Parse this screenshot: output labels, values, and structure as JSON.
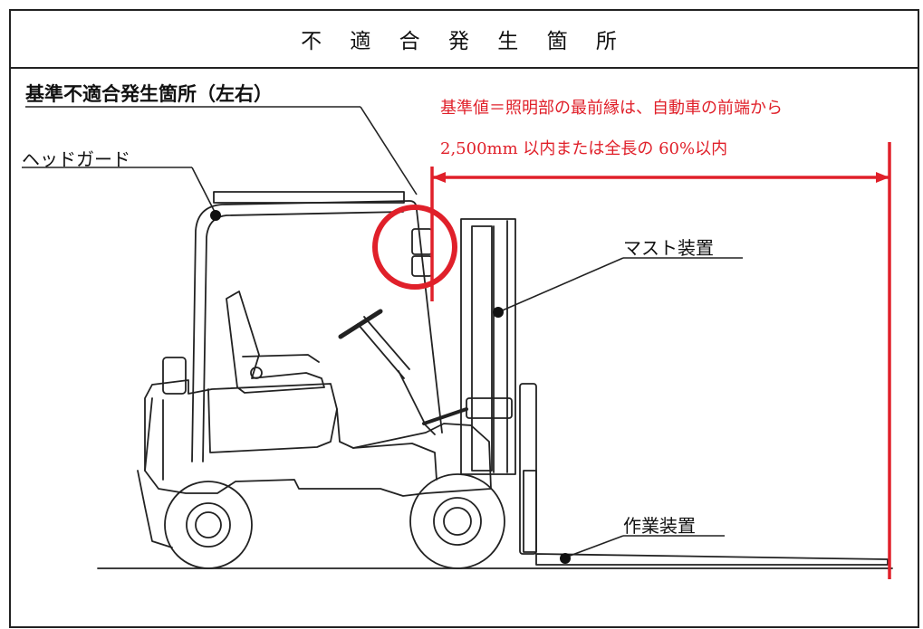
{
  "title": "不 適 合 発 生 箇 所",
  "labels": {
    "main_location": "基準不適合発生箇所（左右）",
    "head_guard": "ヘッドガード",
    "mast": "マスト装置",
    "work_device": "作業装置"
  },
  "standard": {
    "line1": "基準値＝照明部の最前縁は、自動車の前端から",
    "line2": "2,500mm 以内または全長の 60%以内"
  },
  "colors": {
    "line": "#222222",
    "highlight": "#e0202a"
  }
}
